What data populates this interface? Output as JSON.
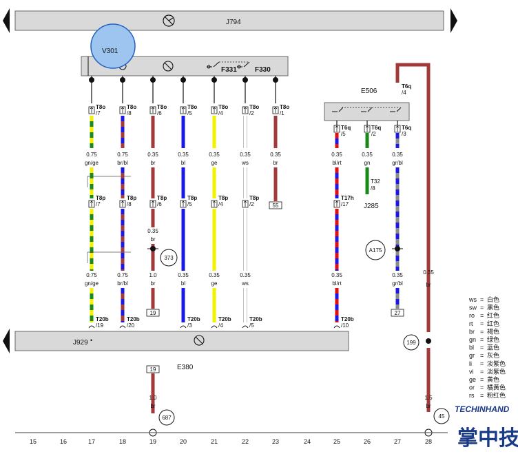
{
  "header_bar": {
    "label": "J794"
  },
  "top_module": {
    "v_label": "V301",
    "f1": "F331",
    "f2": "F330"
  },
  "e506": {
    "label": "E506",
    "t6q_top": "T6q",
    "t6q_top_pin": "/4"
  },
  "j929": {
    "label": "J929",
    "dot": "•"
  },
  "e380": {
    "label": "E380"
  },
  "j285": {
    "label": "J285"
  },
  "t32": {
    "label": "T32",
    "pin": "/8"
  },
  "sections": [
    "15",
    "16",
    "17",
    "18",
    "19",
    "20",
    "21",
    "22",
    "23",
    "24",
    "25",
    "26",
    "27",
    "28"
  ],
  "wires": [
    {
      "col": "17",
      "t8o": "T8o",
      "t8o_pin": "/7",
      "size1": "0.75",
      "color1": "gn/ge",
      "t8p": "T8p",
      "t8p_pin": "/7",
      "size2": "0.75",
      "color2": "gn/ge",
      "t20b": "T20b",
      "t20b_pin": "/19"
    },
    {
      "col": "18",
      "t8o": "T8o",
      "t8o_pin": "/8",
      "size1": "0.75",
      "color1": "br/bl",
      "t8p": "T8p",
      "t8p_pin": "/8",
      "size2": "0.75",
      "color2": "br/bl",
      "t20b": "T20b",
      "t20b_pin": "/20"
    },
    {
      "col": "19",
      "t8o": "T8o",
      "t8o_pin": "/6",
      "size1": "0.35",
      "color1": "br",
      "t8p": "T8p",
      "t8p_pin": "/6",
      "size_mid": "0.35",
      "color_mid": "br",
      "node": "373",
      "size2": "1.0",
      "color2": "br",
      "box": "19"
    },
    {
      "col": "20",
      "t8o": "T8o",
      "t8o_pin": "/5",
      "size1": "0.35",
      "color1": "bl",
      "t8p": "T8p",
      "t8p_pin": "/5",
      "size2": "0.35",
      "color2": "bl",
      "t20b": "T20b",
      "t20b_pin": "/3"
    },
    {
      "col": "21",
      "t8o": "T8o",
      "t8o_pin": "/4",
      "size1": "0.35",
      "color1": "ge",
      "t8p": "T8p",
      "t8p_pin": "/4",
      "size2": "0.35",
      "color2": "ge",
      "t20b": "T20b",
      "t20b_pin": "/4"
    },
    {
      "col": "22",
      "t8o": "T8o",
      "t8o_pin": "/2",
      "size1": "0.35",
      "color1": "ws",
      "t8p": "T8p",
      "t8p_pin": "/2",
      "size2": "0.35",
      "color2": "ws",
      "t20b": "T20b",
      "t20b_pin": "/5"
    },
    {
      "col": "23",
      "t8o": "T8o",
      "t8o_pin": "/1",
      "size1": "0.35",
      "color1": "br",
      "box": "55"
    },
    {
      "col": "25",
      "t6q": "T6q",
      "t6q_pin": "/5",
      "size1": "0.35",
      "color1": "bl/rt",
      "t17h": "T17h",
      "t17h_pin": "/17",
      "size2": "0.35",
      "color2": "bl/rt",
      "t20b": "T20b",
      "t20b_pin": "/10"
    },
    {
      "col": "26",
      "t6q": "T6q",
      "t6q_pin": "/2",
      "size1": "0.35",
      "color1": "gn"
    },
    {
      "col": "27",
      "t6q": "T6q",
      "t6q_pin": "/3",
      "size1": "0.35",
      "color1": "gr/bl",
      "node": "A175",
      "size2": "0.35",
      "color2": "gr/bl",
      "box": "27"
    },
    {
      "col": "28",
      "size1": "0.35",
      "color1": "br",
      "node": "199",
      "size2": "1.5",
      "color2": "br",
      "node2": "45"
    }
  ],
  "bottom": {
    "box": "19",
    "size": "1.0",
    "color": "br",
    "node": "687"
  },
  "legend": [
    {
      "code": "ws",
      "meaning": "白色"
    },
    {
      "code": "sw",
      "meaning": "黑色"
    },
    {
      "code": "ro",
      "meaning": "红色"
    },
    {
      "code": "rt",
      "meaning": "红色"
    },
    {
      "code": "br",
      "meaning": "褐色"
    },
    {
      "code": "gn",
      "meaning": "绿色"
    },
    {
      "code": "bl",
      "meaning": "蓝色"
    },
    {
      "code": "gr",
      "meaning": "灰色"
    },
    {
      "code": "li",
      "meaning": "淡紫色"
    },
    {
      "code": "vi",
      "meaning": "淡紫色"
    },
    {
      "code": "ge",
      "meaning": "黄色"
    },
    {
      "code": "or",
      "meaning": "橘黄色"
    },
    {
      "code": "rs",
      "meaning": "粉红色"
    }
  ],
  "logo": {
    "text_en": "TECHINHAND",
    "text_cn": "掌中技"
  },
  "colors": {
    "brown": "#a33a3a",
    "blue": "#1a1ae6",
    "green": "#1a8a1a",
    "yellow": "#f2f200",
    "grey": "#8a8a8a",
    "red": "#e01010",
    "bar": "#d9d9d9",
    "highlight": "#9ec5f0"
  }
}
